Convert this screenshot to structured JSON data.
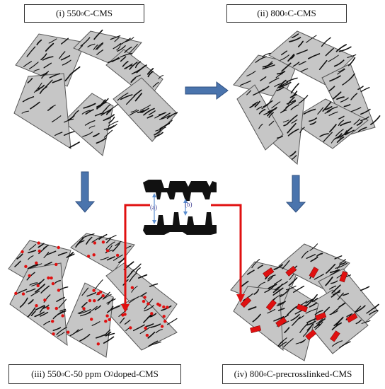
{
  "labels": {
    "i": {
      "pre": "(i) 550 ",
      "sup": "o",
      "post": "C-CMS"
    },
    "ii": {
      "pre": "(ii) 800 ",
      "sup": "o",
      "post": "C-CMS"
    },
    "iii": {
      "pre": "(iii) 550 ",
      "sup": "o",
      "mid": "C-50 ppm O",
      "sub": "2",
      "post": " doped-CMS"
    },
    "iv": {
      "pre": "(iv) 800 ",
      "sup": "o",
      "post": "C-precrosslinked-CMS"
    }
  },
  "pore_labels": {
    "a": "(a)",
    "b": "(b)"
  },
  "colors": {
    "sheet_fill": "#c6c6c6",
    "sheet_stroke": "#555555",
    "strand": "#111111",
    "process_arrow": "#4a74ad",
    "dopant": "#e01010",
    "slit_body": "#111111",
    "pore_arrow": "#5b8ed0",
    "label_border": "#333333"
  },
  "icons": {
    "process_arrow": "block-arrow",
    "dopant_dot": "red-dot",
    "crosslink_bar": "red-bar"
  }
}
